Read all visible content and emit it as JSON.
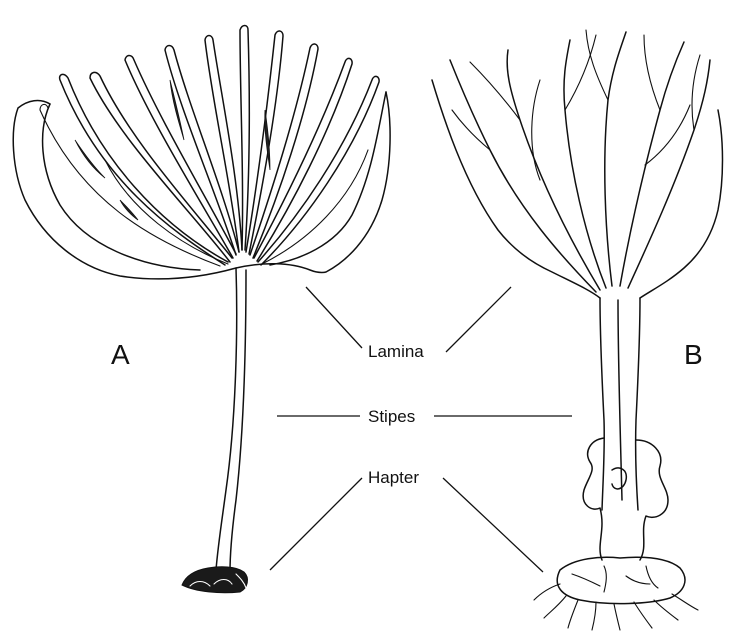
{
  "labels": {
    "specimen_a": "A",
    "specimen_b": "B",
    "lamina": "Lamina",
    "stipes": "Stipes",
    "hapter": "Hapter"
  }
}
